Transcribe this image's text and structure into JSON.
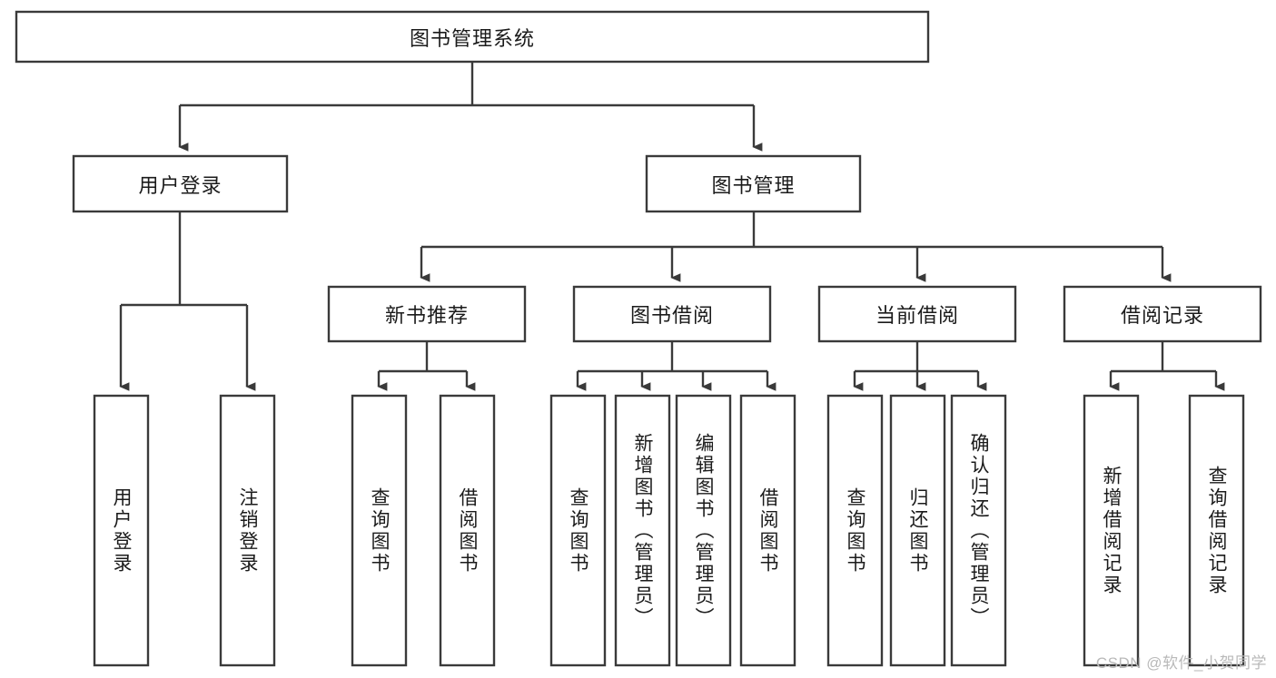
{
  "diagram": {
    "title": "图书管理系统",
    "type": "tree-hierarchy-diagram",
    "colors": {
      "box_fill": "#ffffff",
      "box_stroke": "#3a3a3a",
      "text": "#1b1b1b",
      "background": "#ffffff",
      "watermark": "#b9b9b9"
    },
    "root": {
      "label": "图书管理系统"
    },
    "level2": [
      {
        "label": "用户登录"
      },
      {
        "label": "图书管理"
      }
    ],
    "level3": [
      {
        "label": "新书推荐"
      },
      {
        "label": "图书借阅"
      },
      {
        "label": "当前借阅"
      },
      {
        "label": "借阅记录"
      }
    ],
    "leaves": {
      "user_login": [
        {
          "label": "用户登录"
        },
        {
          "label": "注销登录"
        }
      ],
      "new_book_recommend": [
        {
          "label": "查询图书"
        },
        {
          "label": "借阅图书"
        }
      ],
      "book_borrow": [
        {
          "label": "查询图书"
        },
        {
          "label": "新增图书（管理员）"
        },
        {
          "label": "编辑图书（管理员）"
        },
        {
          "label": "借阅图书"
        }
      ],
      "current_borrow": [
        {
          "label": "查询图书"
        },
        {
          "label": "归还图书"
        },
        {
          "label": "确认归还（管理员）"
        }
      ],
      "borrow_record": [
        {
          "label": "新增借阅记录"
        },
        {
          "label": "查询借阅记录"
        }
      ]
    },
    "watermark": "CSDN @软件_小贺同学"
  }
}
